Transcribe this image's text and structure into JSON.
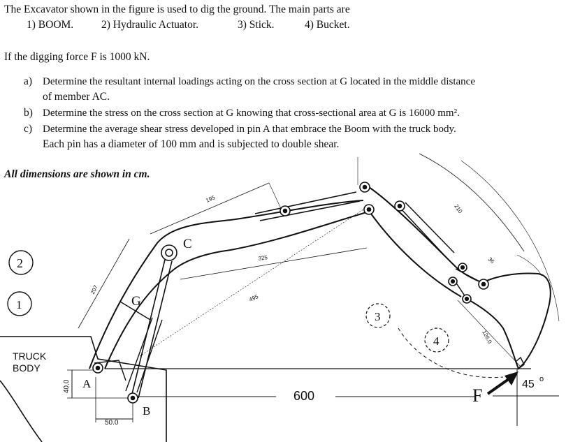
{
  "problem": {
    "intro": "The Excavator shown in the figure is used to dig the ground. The main parts are",
    "parts": [
      "1)  BOOM.",
      "2) Hydraulic Actuator.",
      "3) Stick.",
      "4) Bucket."
    ],
    "force_line": "If the digging force F is 1000 kN.",
    "questions": {
      "a_tag": "a)",
      "a_line1": "Determine the resultant internal loadings acting on the cross section at G located in the middle distance",
      "a_line2": "of member AC.",
      "b_tag": "b)",
      "b_line1": "Determine the stress on the cross section at G knowing that cross-sectional area at G is 16000 mm².",
      "c_tag": "c)",
      "c_line1": "Determine the average shear stress developed in pin A that embrace the Boom with the truck body.",
      "c_line2": "Each pin has a diameter of 100 mm and is subjected to double shear."
    },
    "dimensions_note": "All dimensions are shown in cm."
  },
  "figure": {
    "point_labels": {
      "A": "A",
      "B": "B",
      "C": "C",
      "G": "G",
      "F": "F"
    },
    "part_numbers": {
      "n1": "1",
      "n2": "2",
      "n3": "3",
      "n4": "4"
    },
    "truck_body": [
      "TRUCK",
      "BODY"
    ],
    "dims": {
      "d195": "195",
      "d325": "325",
      "d495": "495",
      "d207": "207",
      "d210": "210",
      "d36": "36",
      "d1260": "126.0",
      "d400": "40.0",
      "d500": "50.0",
      "d600": "600",
      "angle": "45"
    }
  }
}
